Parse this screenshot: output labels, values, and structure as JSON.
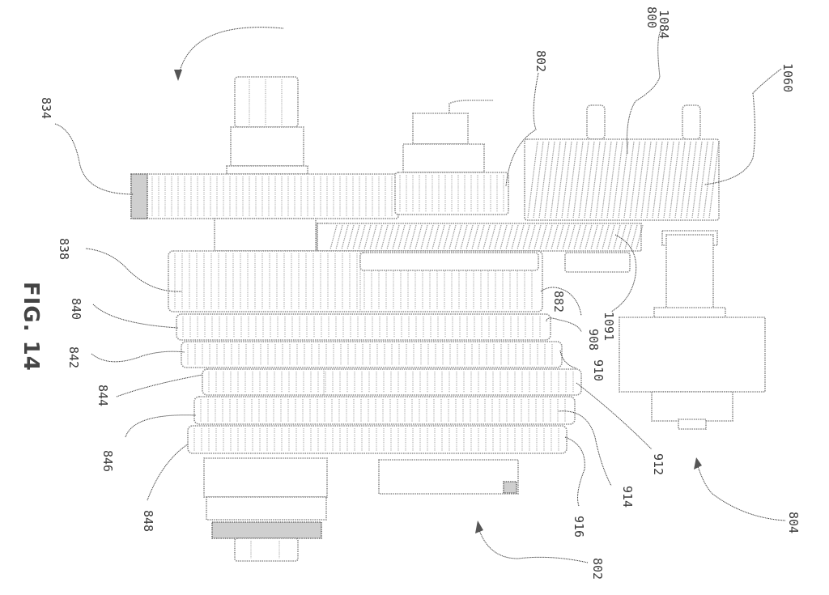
{
  "figure": {
    "title": "FIG. 14",
    "orientation": "rotated 90 degrees clockwise",
    "subject": "transmission gear shaft assembly"
  },
  "reference_numerals": [
    {
      "id": "800",
      "label": "800",
      "target": "overall assembly",
      "style": "arrow"
    },
    {
      "id": "834",
      "label": "834",
      "target": "top large spur gear",
      "style": "leader"
    },
    {
      "id": "802a",
      "label": "802",
      "target": "upper shaft gear",
      "style": "leader"
    },
    {
      "id": "1084",
      "label": "1084",
      "target": "helical gear",
      "style": "leader"
    },
    {
      "id": "1060",
      "label": "1060",
      "target": "helical gear right portion",
      "style": "leader"
    },
    {
      "id": "838",
      "label": "838",
      "target": "first gear row",
      "style": "leader"
    },
    {
      "id": "840",
      "label": "840",
      "target": "second gear row",
      "style": "leader"
    },
    {
      "id": "842",
      "label": "842",
      "target": "third gear row",
      "style": "leader"
    },
    {
      "id": "844",
      "label": "844",
      "target": "fourth gear row",
      "style": "leader"
    },
    {
      "id": "846",
      "label": "846",
      "target": "fifth gear row",
      "style": "leader"
    },
    {
      "id": "848",
      "label": "848",
      "target": "sixth gear row",
      "style": "leader"
    },
    {
      "id": "882",
      "label": "882",
      "target": "mating gear row 1",
      "style": "leader"
    },
    {
      "id": "1091",
      "label": "1091",
      "target": "helical countershaft gear",
      "style": "leader"
    },
    {
      "id": "908",
      "label": "908",
      "target": "mating gear row 2",
      "style": "leader"
    },
    {
      "id": "910",
      "label": "910",
      "target": "mating gear row 3",
      "style": "leader"
    },
    {
      "id": "912",
      "label": "912",
      "target": "mating gear row 4",
      "style": "leader"
    },
    {
      "id": "914",
      "label": "914",
      "target": "mating gear row 5",
      "style": "leader"
    },
    {
      "id": "916",
      "label": "916",
      "target": "mating gear row 6",
      "style": "leader"
    },
    {
      "id": "802b",
      "label": "802",
      "target": "lower shaft assembly",
      "style": "arrow"
    },
    {
      "id": "804",
      "label": "804",
      "target": "right side assembly",
      "style": "arrow"
    }
  ],
  "colors": {
    "line": "#8a8a8a",
    "leader": "#3a3a3a",
    "dark_fill": "#cfcfcf",
    "background": "#ffffff"
  }
}
